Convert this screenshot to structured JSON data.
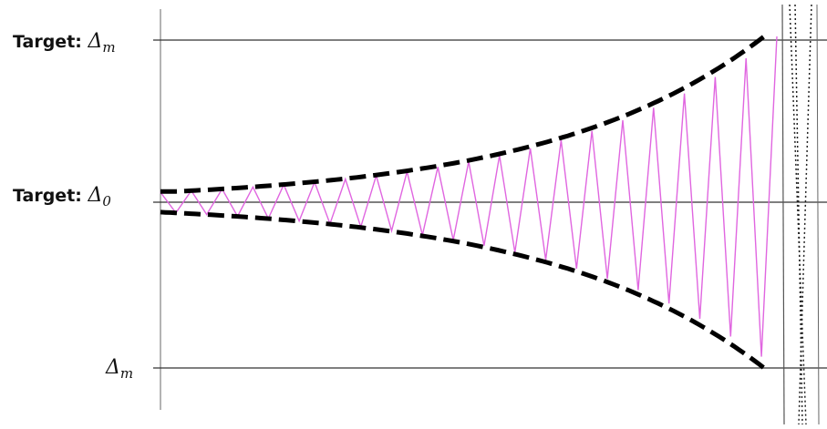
{
  "labels": {
    "top": {
      "prefix": "Target: ",
      "symbol": "Δ",
      "subscript": "m"
    },
    "middle": {
      "prefix": "Target: ",
      "symbol": "Δ",
      "subscript": "0"
    },
    "bottom": {
      "prefix": "",
      "symbol": "Δ",
      "subscript": "m"
    }
  },
  "colors": {
    "signal": "#e066e0",
    "envelope": "#000000",
    "reference_lines": "#333333",
    "axis": "#9a9a9a"
  },
  "signal": {
    "cycles": 20,
    "start_amplitude": 0.06,
    "end_amplitude": 1.0,
    "growth": "exponential"
  }
}
